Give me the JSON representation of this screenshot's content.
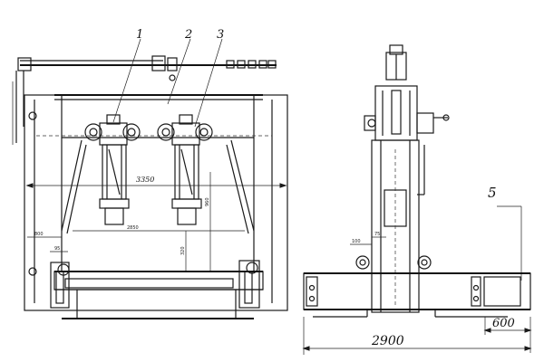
{
  "callouts": {
    "c1": "1",
    "c2": "2",
    "c3": "3",
    "c5": "5"
  },
  "dimensions": {
    "width_front": "3350",
    "width_side": "2900",
    "offset_side": "600",
    "d_2850": "2850",
    "d_800": "800",
    "d_95": "95",
    "d_320": "320",
    "d_960": "960",
    "d_100": "100",
    "d_75": "75"
  }
}
